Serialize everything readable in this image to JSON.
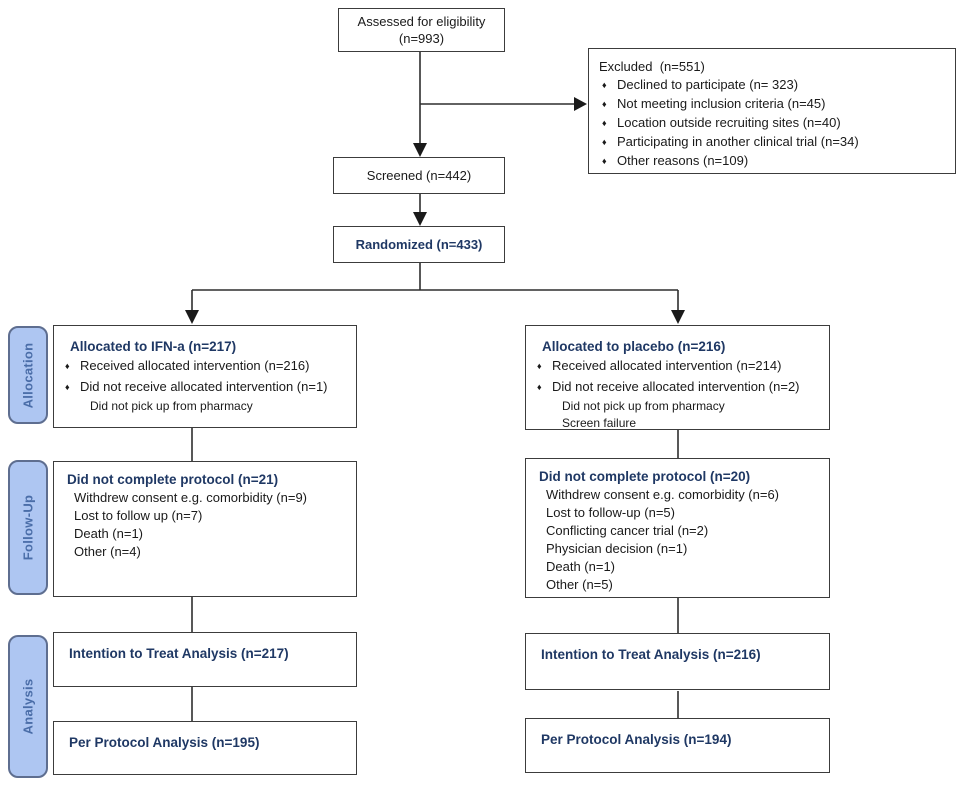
{
  "glyphs": {
    "bullet": "♦"
  },
  "colors": {
    "title_navy": "#1F3864",
    "tab_fill": "#AEC6F2",
    "tab_border": "#5E6E90",
    "tab_text": "#4A6DA8",
    "line": "#2E2E2E",
    "box_border": "#3C3C3C"
  },
  "stage_labels": {
    "allocation": "Allocation",
    "follow_up": "Follow-Up",
    "analysis": "Analysis"
  },
  "boxes": {
    "assessed": {
      "line1": "Assessed for eligibility",
      "line2": "(n=993)"
    },
    "excluded": {
      "title": "Excluded  (n=551)",
      "items": [
        "Declined to participate (n= 323)",
        "Not meeting inclusion criteria (n=45)",
        "Location outside recruiting sites (n=40)",
        "Participating in another clinical trial (n=34)",
        "Other reasons (n=109)"
      ]
    },
    "screened": {
      "label": "Screened (n=442)"
    },
    "randomized": {
      "label": "Randomized (n=433)"
    },
    "alloc_left": {
      "title": "Allocated to IFN-a (n=217)",
      "bullets": [
        "Received allocated intervention (n=216)",
        "Did not receive allocated intervention (n=1)"
      ],
      "subs": [
        "Did not pick up from pharmacy"
      ]
    },
    "alloc_right": {
      "title": "Allocated to placebo (n=216)",
      "bullets": [
        "Received allocated intervention (n=214)",
        "Did not receive allocated intervention (n=2)"
      ],
      "subs": [
        "Did not pick up from pharmacy",
        "Screen failure"
      ]
    },
    "fu_left": {
      "title": "Did not complete protocol (n=21)",
      "items": [
        "Withdrew consent e.g. comorbidity (n=9)",
        "Lost to follow up (n=7)",
        "Death (n=1)",
        "Other (n=4)"
      ]
    },
    "fu_right": {
      "title": "Did not complete protocol (n=20)",
      "items": [
        "Withdrew consent e.g. comorbidity (n=6)",
        "Lost to follow-up (n=5)",
        "Conflicting cancer trial (n=2)",
        "Physician decision (n=1)",
        "Death (n=1)",
        "Other (n=5)"
      ]
    },
    "itt_left": {
      "label": "Intention to Treat Analysis (n=217)"
    },
    "pp_left": {
      "label": "Per Protocol Analysis (n=195)"
    },
    "itt_right": {
      "label": "Intention to Treat Analysis (n=216)"
    },
    "pp_right": {
      "label": "Per Protocol Analysis (n=194)"
    }
  }
}
